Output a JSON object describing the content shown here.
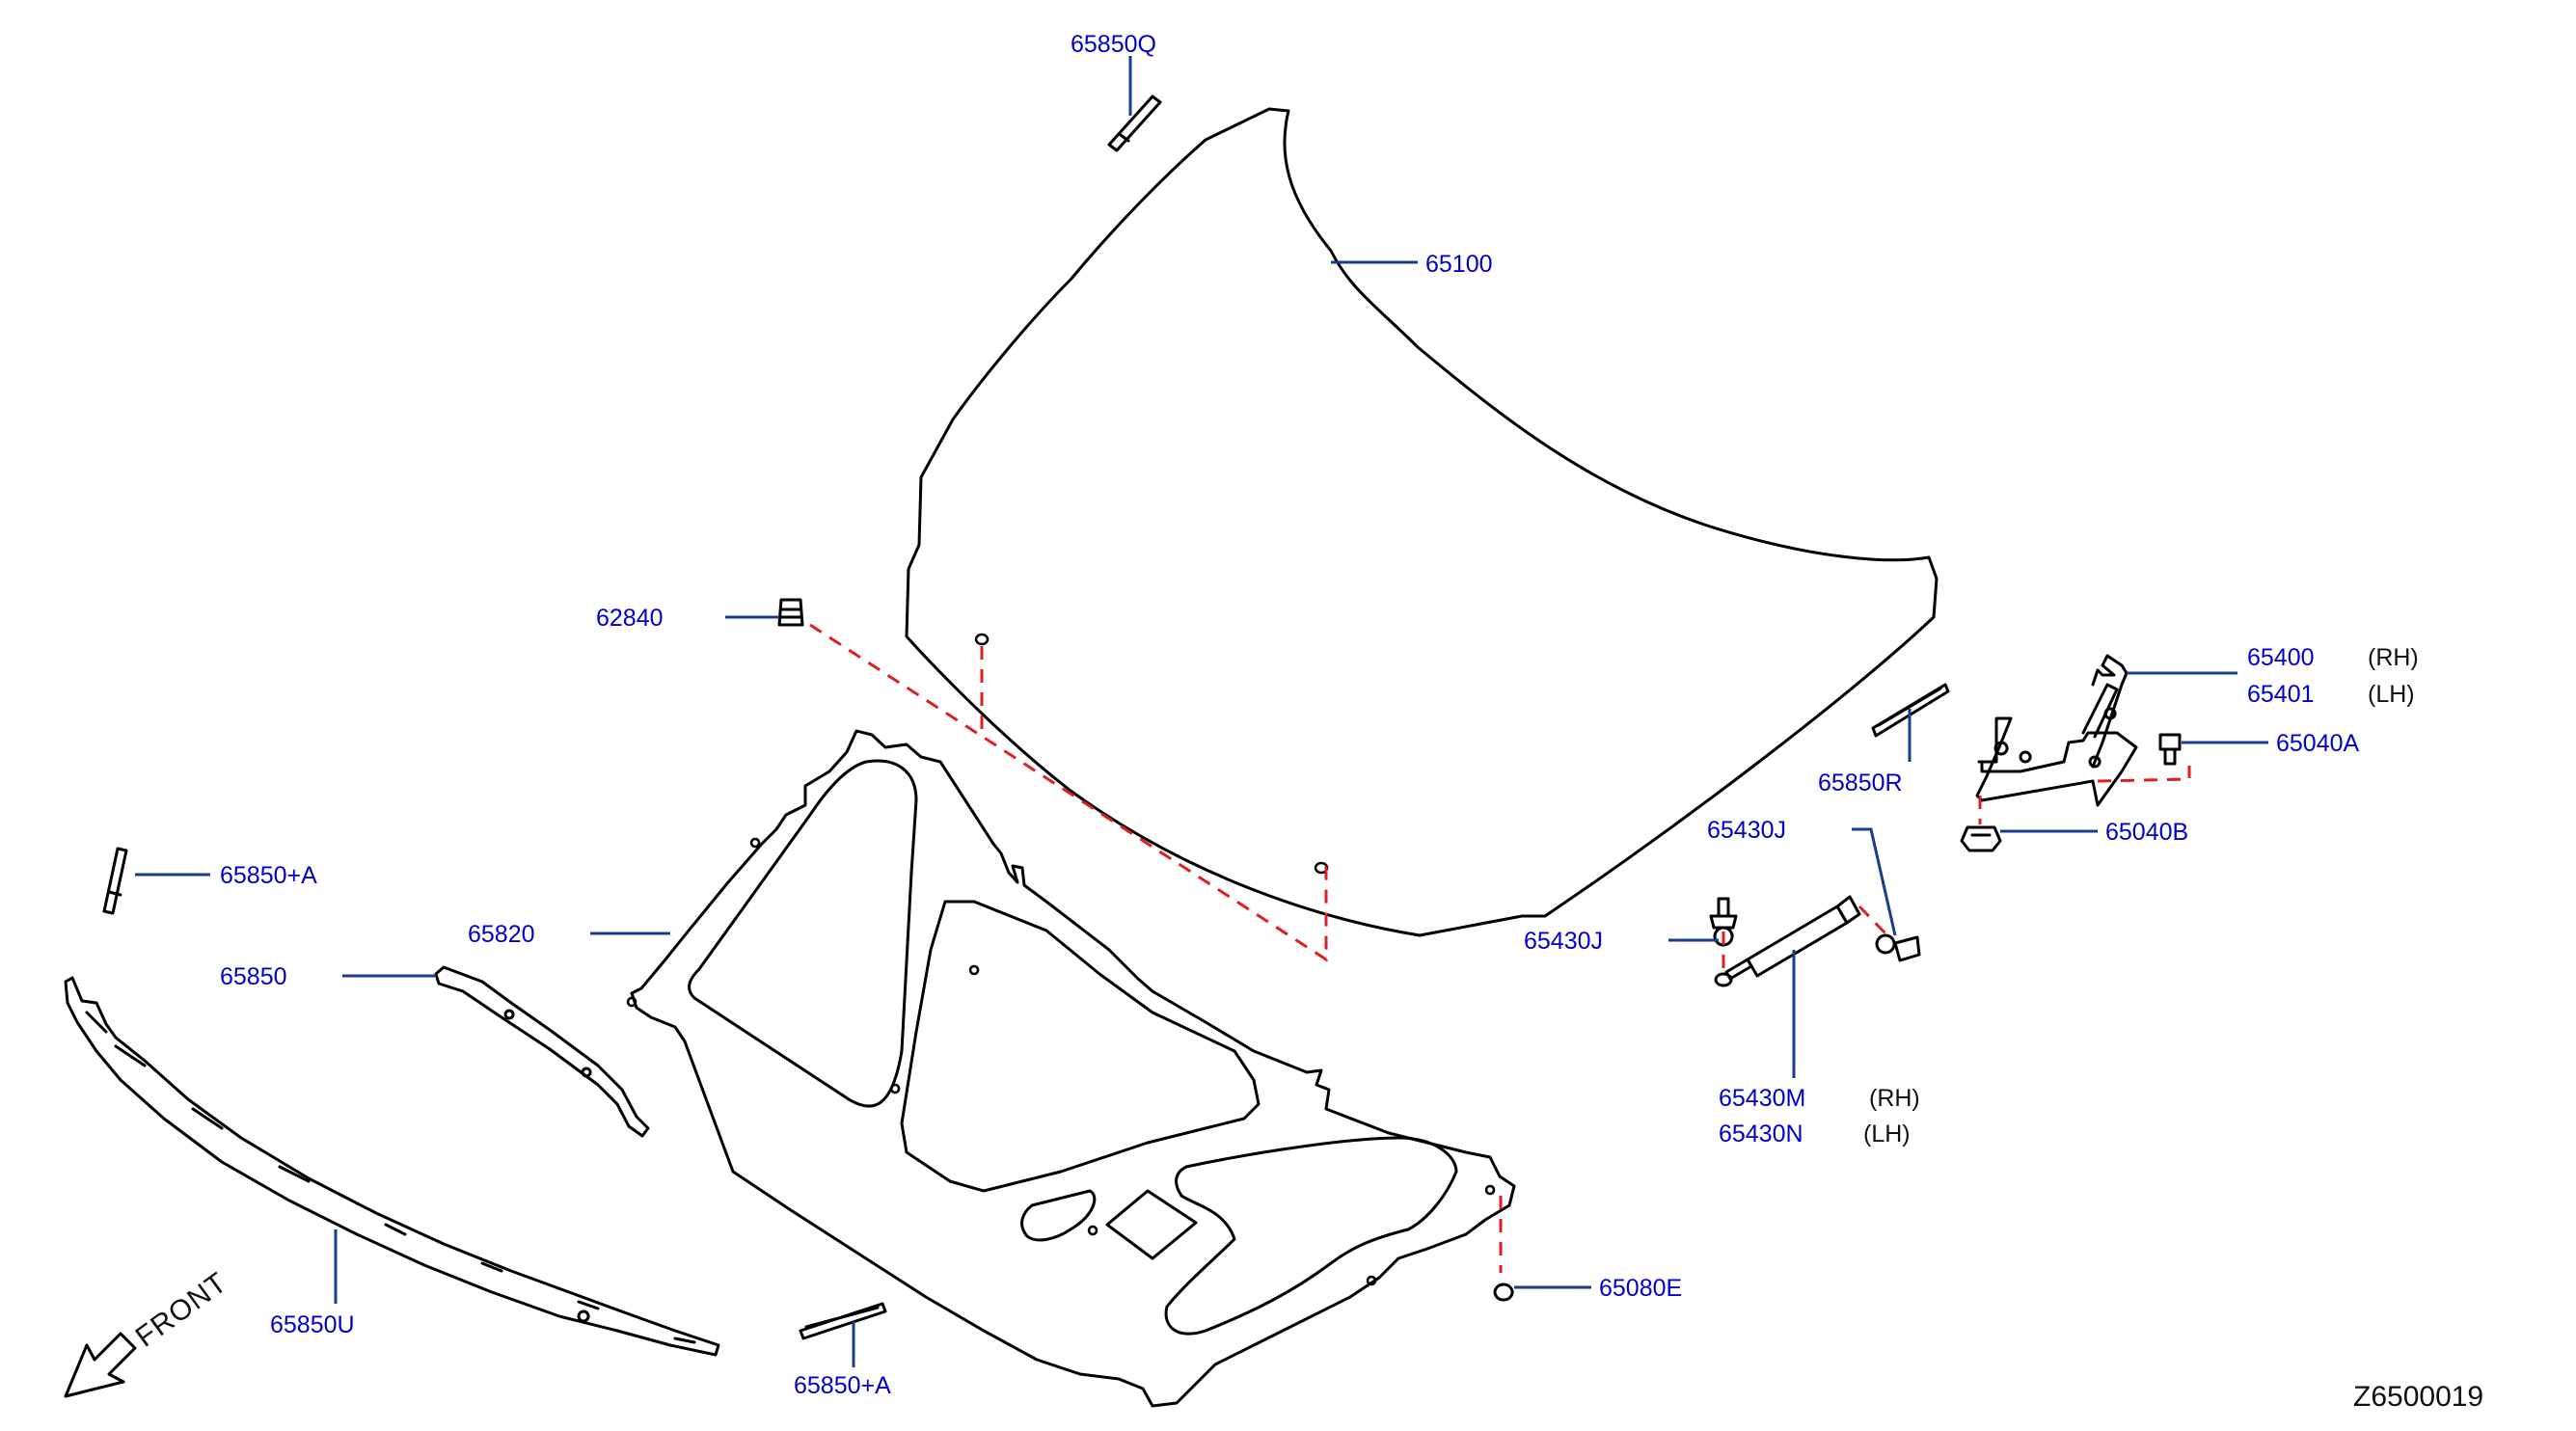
{
  "colors": {
    "label": "#0000cc",
    "leader": "#1a3c8c",
    "dash": "#e02020"
  },
  "labels": {
    "p65850Q": "65850Q",
    "p65100": "65100",
    "p62840": "62840",
    "p65400": "65400",
    "p65401": "65401",
    "p65040A": "65040A",
    "p65850R": "65850R",
    "p65040B": "65040B",
    "p65430J_a": "65430J",
    "p65430J_b": "65430J",
    "p65850A_left": "65850+A",
    "p65820": "65820",
    "p65850": "65850",
    "p65430M": "65430M",
    "p65430N": "65430N",
    "p65080E": "65080E",
    "p65850U": "65850U",
    "p65850A_bottom": "65850+A"
  },
  "side_notes": {
    "rh_1": "(RH)",
    "lh_1": "(LH)",
    "rh_2": "(RH)",
    "lh_2": "(LH)"
  },
  "direction": "FRONT",
  "diagram_code": "Z6500019"
}
